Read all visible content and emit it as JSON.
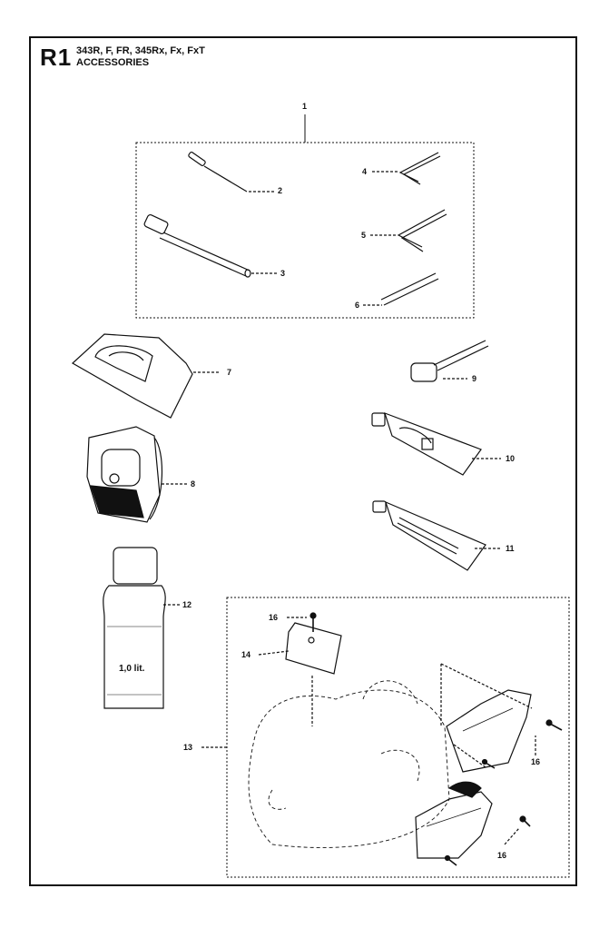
{
  "header": {
    "section_code": "R1",
    "models": "343R, F, FR, 345Rx, Fx, FxT",
    "title": "ACCESSORIES"
  },
  "callouts": {
    "c1": "1",
    "c2": "2",
    "c3": "3",
    "c4": "4",
    "c5": "5",
    "c6": "6",
    "c7": "7",
    "c8": "8",
    "c9": "9",
    "c10": "10",
    "c11": "11",
    "c12": "12",
    "c13": "13",
    "c14": "14",
    "c16a": "16",
    "c16b": "16",
    "c16c": "16"
  },
  "bottle": {
    "volume_label": "1,0 lit."
  },
  "colors": {
    "line": "#111111",
    "ink": "#000000",
    "paper": "#ffffff"
  }
}
